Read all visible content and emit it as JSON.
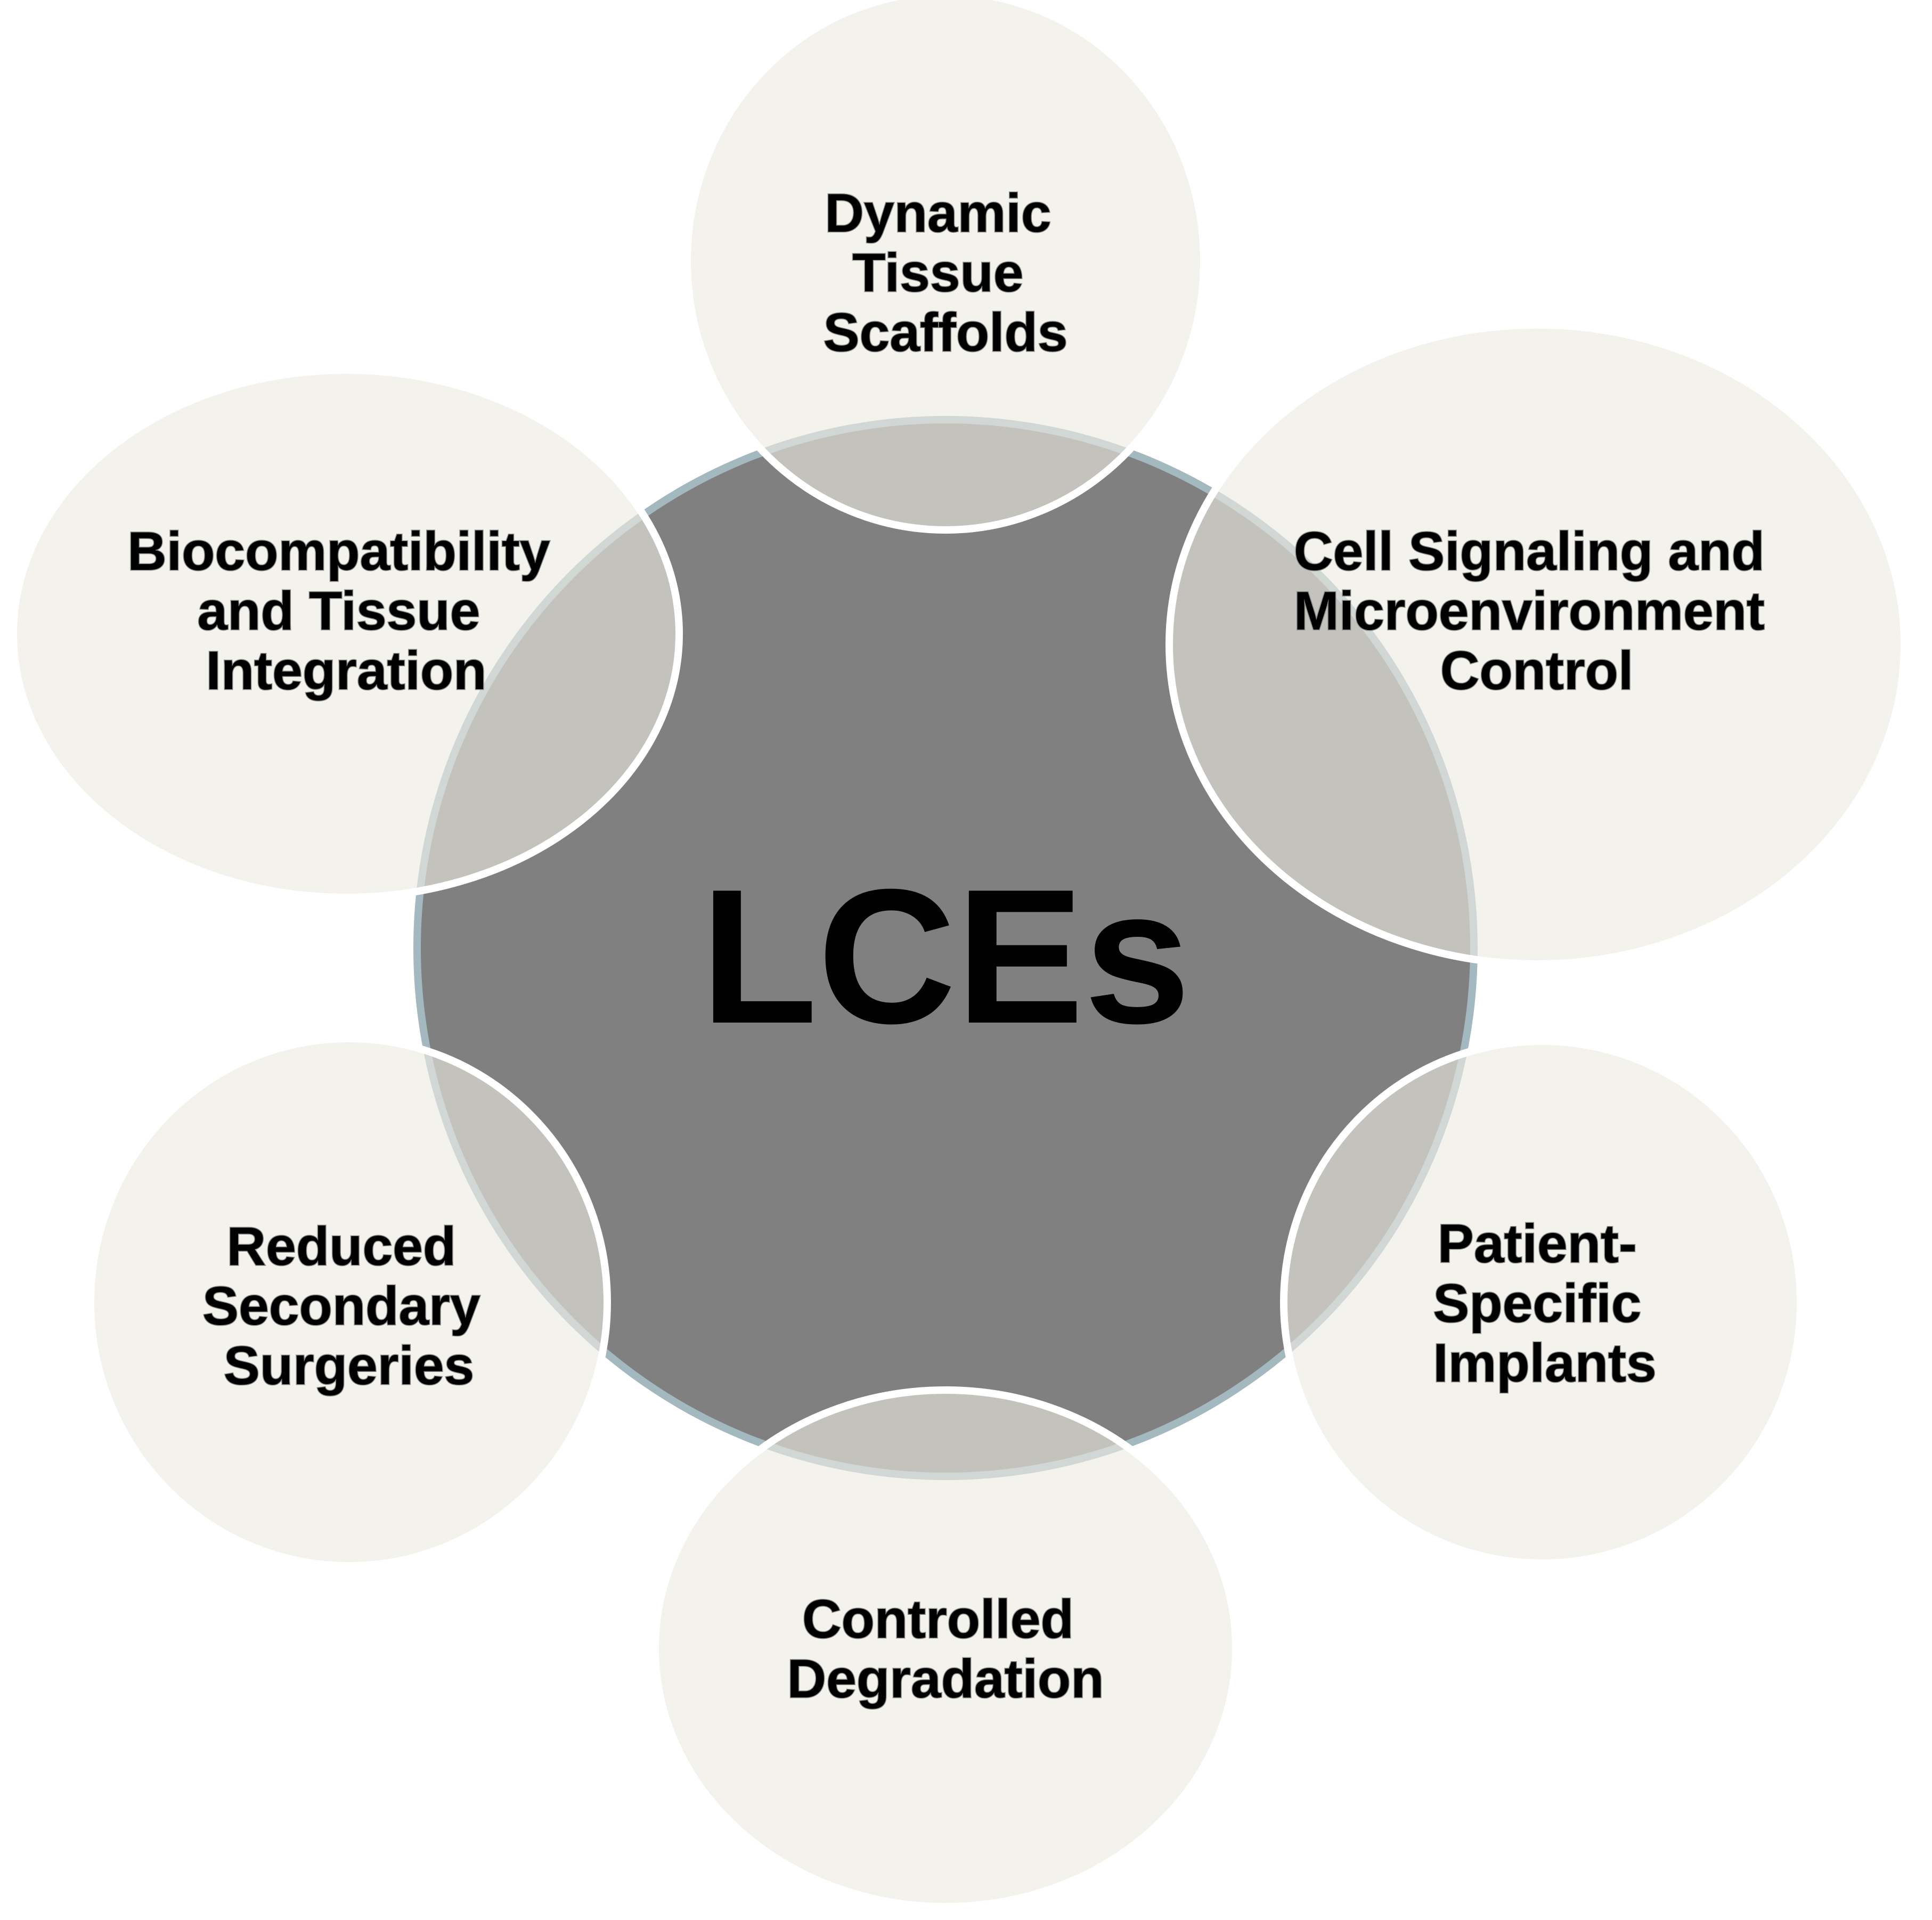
{
  "center": {
    "label": "LCEs"
  },
  "nodes": [
    {
      "lines": [
        "Dynamic",
        "Tissue",
        "Scaffolds"
      ]
    },
    {
      "lines": [
        "Cell Signaling and",
        "Microenvironment",
        "Control"
      ]
    },
    {
      "lines": [
        "Patient-",
        "Specific",
        "Implants"
      ]
    },
    {
      "lines": [
        "Controlled",
        "Degradation"
      ]
    },
    {
      "lines": [
        "Reduced",
        "Secondary",
        "Surgeries"
      ]
    },
    {
      "lines": [
        "Biocompatibility",
        "and Tissue",
        "Integration"
      ]
    }
  ],
  "colors": {
    "center_fill": "#808080",
    "center_ring": "#a3b8bf",
    "satellite_fill": "#edeae1",
    "satellite_border": "#ffffff"
  }
}
